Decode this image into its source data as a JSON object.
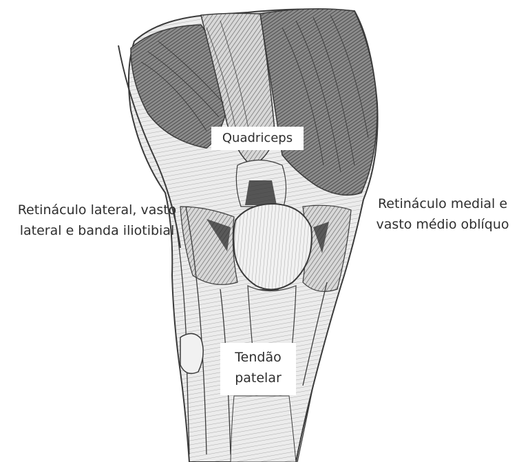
{
  "labels": {
    "quadriceps": "Quadriceps",
    "lateral_line1": "Retináculo lateral, vasto",
    "lateral_line2": "lateral e banda iliotibial",
    "medial_line1": "Retináculo medial e",
    "medial_line2": "vasto médio oblíquo",
    "tendon_line1": "Tendão",
    "tendon_line2": "patelar"
  },
  "colors": {
    "ink": "#3a3a3a",
    "muscle_dark": "#5d5d5d",
    "muscle_mid": "#9a9a9a",
    "skin": "#f3f3f3",
    "label_text": "#2e2e2e"
  }
}
